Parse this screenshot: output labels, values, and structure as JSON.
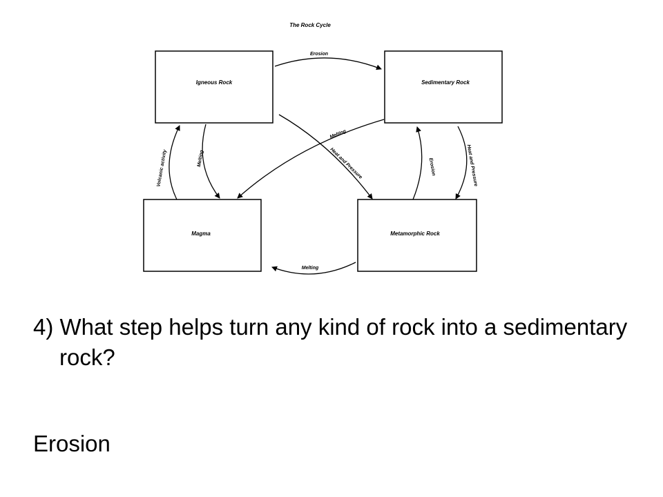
{
  "diagram": {
    "title": "The Rock Cycle",
    "nodes": {
      "igneous": "Igneous Rock",
      "sedimentary": "Sedimentary Rock",
      "magma": "Magma",
      "metamorphic": "Metamorphic Rock"
    },
    "edges": {
      "igneous_to_sedimentary": "Erosion",
      "sedimentary_to_magma": "Melting",
      "igneous_to_metamorphic": "Heat and Pressure",
      "magma_to_igneous": "Volcanic activity",
      "igneous_to_magma": "Melting",
      "metamorphic_to_sedimentary": "Erosion",
      "sedimentary_to_metamorphic": "Heat and Pressure",
      "metamorphic_to_magma": "Melting"
    }
  },
  "question": "4) What step helps turn any kind of rock into a sedimentary rock?",
  "answer": "Erosion"
}
